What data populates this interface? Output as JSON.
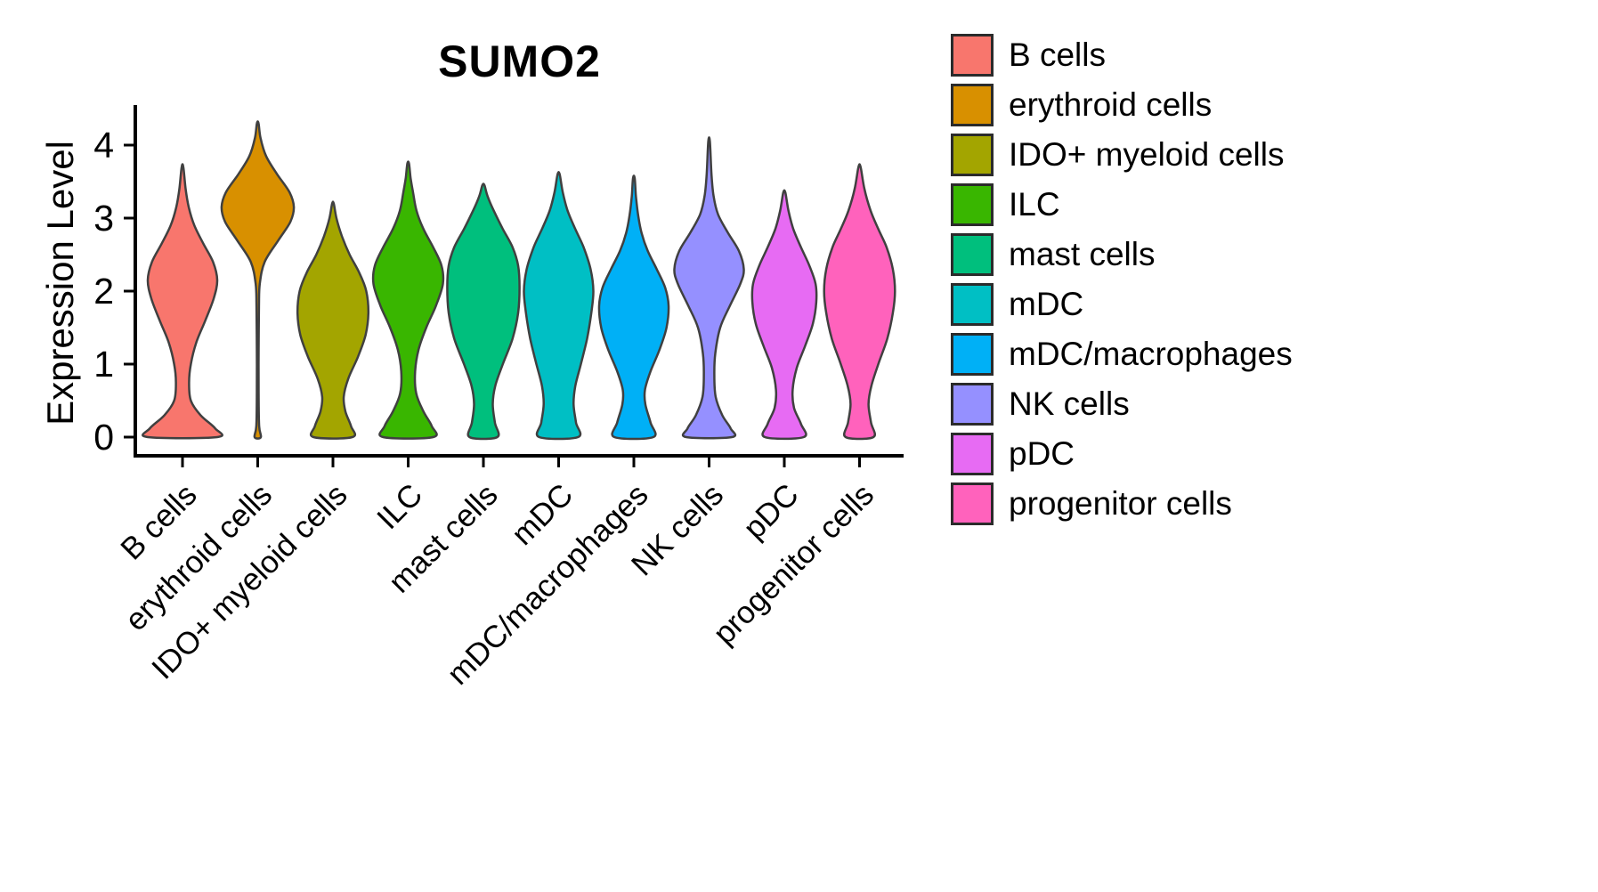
{
  "chart_data": {
    "type": "violin",
    "title": "SUMO2",
    "xlabel": "",
    "ylabel": "Expression Level",
    "ylim": [
      0,
      4.3
    ],
    "yticks": [
      0,
      1,
      2,
      3,
      4
    ],
    "grid": false,
    "legend_position": "right",
    "outline_color": "#404040",
    "axis_color": "#000000",
    "categories": [
      "B cells",
      "erythroid cells",
      "IDO+ myeloid cells",
      "ILC",
      "mast cells",
      "mDC",
      "mDC/macrophages",
      "NK cells",
      "pDC",
      "progenitor cells"
    ],
    "series": [
      {
        "name": "B cells",
        "color": "#F8766D",
        "max_expression": 3.7,
        "profile": [
          [
            0,
            0.5
          ],
          [
            0.12,
            0.47
          ],
          [
            0.3,
            0.26
          ],
          [
            0.5,
            0.12
          ],
          [
            0.75,
            0.095
          ],
          [
            1.0,
            0.12
          ],
          [
            1.3,
            0.2
          ],
          [
            1.6,
            0.33
          ],
          [
            1.9,
            0.45
          ],
          [
            2.15,
            0.5
          ],
          [
            2.4,
            0.44
          ],
          [
            2.65,
            0.3
          ],
          [
            2.9,
            0.17
          ],
          [
            3.15,
            0.09
          ],
          [
            3.4,
            0.045
          ],
          [
            3.7,
            0.012
          ]
        ]
      },
      {
        "name": "erythroid cells",
        "color": "#D89000",
        "max_expression": 4.3,
        "profile": [
          [
            0,
            0.045
          ],
          [
            0.15,
            0.02
          ],
          [
            0.6,
            0.013
          ],
          [
            1.2,
            0.013
          ],
          [
            1.8,
            0.018
          ],
          [
            2.1,
            0.03
          ],
          [
            2.4,
            0.1
          ],
          [
            2.7,
            0.3
          ],
          [
            2.95,
            0.47
          ],
          [
            3.15,
            0.52
          ],
          [
            3.35,
            0.46
          ],
          [
            3.6,
            0.28
          ],
          [
            3.85,
            0.12
          ],
          [
            4.1,
            0.04
          ],
          [
            4.3,
            0.012
          ]
        ]
      },
      {
        "name": "IDO+ myeloid cells",
        "color": "#A3A500",
        "max_expression": 3.2,
        "profile": [
          [
            0,
            0.28
          ],
          [
            0.15,
            0.26
          ],
          [
            0.35,
            0.18
          ],
          [
            0.55,
            0.155
          ],
          [
            0.8,
            0.22
          ],
          [
            1.1,
            0.36
          ],
          [
            1.4,
            0.47
          ],
          [
            1.7,
            0.51
          ],
          [
            2.0,
            0.48
          ],
          [
            2.25,
            0.38
          ],
          [
            2.5,
            0.24
          ],
          [
            2.75,
            0.13
          ],
          [
            3.0,
            0.05
          ],
          [
            3.2,
            0.012
          ]
        ]
      },
      {
        "name": "ILC",
        "color": "#39B600",
        "max_expression": 3.75,
        "profile": [
          [
            0,
            0.36
          ],
          [
            0.15,
            0.34
          ],
          [
            0.35,
            0.22
          ],
          [
            0.6,
            0.115
          ],
          [
            0.9,
            0.1
          ],
          [
            1.2,
            0.15
          ],
          [
            1.5,
            0.26
          ],
          [
            1.8,
            0.4
          ],
          [
            2.1,
            0.5
          ],
          [
            2.35,
            0.48
          ],
          [
            2.6,
            0.36
          ],
          [
            2.85,
            0.22
          ],
          [
            3.1,
            0.12
          ],
          [
            3.35,
            0.07
          ],
          [
            3.55,
            0.035
          ],
          [
            3.75,
            0.012
          ]
        ]
      },
      {
        "name": "mast cells",
        "color": "#00BF7D",
        "max_expression": 3.45,
        "profile": [
          [
            0,
            0.2
          ],
          [
            0.2,
            0.165
          ],
          [
            0.45,
            0.135
          ],
          [
            0.7,
            0.17
          ],
          [
            1.0,
            0.28
          ],
          [
            1.35,
            0.42
          ],
          [
            1.7,
            0.5
          ],
          [
            2.05,
            0.52
          ],
          [
            2.35,
            0.5
          ],
          [
            2.6,
            0.42
          ],
          [
            2.85,
            0.28
          ],
          [
            3.1,
            0.15
          ],
          [
            3.3,
            0.06
          ],
          [
            3.45,
            0.015
          ]
        ]
      },
      {
        "name": "mDC",
        "color": "#00BFC4",
        "max_expression": 3.6,
        "profile": [
          [
            0,
            0.28
          ],
          [
            0.2,
            0.25
          ],
          [
            0.45,
            0.215
          ],
          [
            0.7,
            0.24
          ],
          [
            1.0,
            0.32
          ],
          [
            1.35,
            0.41
          ],
          [
            1.7,
            0.47
          ],
          [
            2.0,
            0.5
          ],
          [
            2.3,
            0.46
          ],
          [
            2.6,
            0.36
          ],
          [
            2.85,
            0.24
          ],
          [
            3.1,
            0.13
          ],
          [
            3.35,
            0.06
          ],
          [
            3.6,
            0.015
          ]
        ]
      },
      {
        "name": "mDC/macrophages",
        "color": "#00B0F6",
        "max_expression": 3.55,
        "profile": [
          [
            0,
            0.28
          ],
          [
            0.2,
            0.24
          ],
          [
            0.45,
            0.165
          ],
          [
            0.65,
            0.16
          ],
          [
            0.9,
            0.24
          ],
          [
            1.2,
            0.37
          ],
          [
            1.5,
            0.47
          ],
          [
            1.8,
            0.5
          ],
          [
            2.05,
            0.45
          ],
          [
            2.3,
            0.33
          ],
          [
            2.55,
            0.2
          ],
          [
            2.8,
            0.11
          ],
          [
            3.05,
            0.06
          ],
          [
            3.3,
            0.03
          ],
          [
            3.55,
            0.012
          ]
        ]
      },
      {
        "name": "NK cells",
        "color": "#9590FF",
        "max_expression": 4.05,
        "profile": [
          [
            0,
            0.33
          ],
          [
            0.12,
            0.31
          ],
          [
            0.3,
            0.19
          ],
          [
            0.55,
            0.095
          ],
          [
            0.85,
            0.075
          ],
          [
            1.15,
            0.09
          ],
          [
            1.5,
            0.16
          ],
          [
            1.8,
            0.3
          ],
          [
            2.1,
            0.45
          ],
          [
            2.3,
            0.5
          ],
          [
            2.55,
            0.43
          ],
          [
            2.8,
            0.27
          ],
          [
            3.05,
            0.13
          ],
          [
            3.3,
            0.065
          ],
          [
            3.6,
            0.035
          ],
          [
            4.05,
            0.012
          ]
        ]
      },
      {
        "name": "pDC",
        "color": "#E76BF3",
        "max_expression": 3.35,
        "profile": [
          [
            0,
            0.28
          ],
          [
            0.18,
            0.24
          ],
          [
            0.4,
            0.14
          ],
          [
            0.65,
            0.12
          ],
          [
            0.95,
            0.18
          ],
          [
            1.25,
            0.3
          ],
          [
            1.55,
            0.41
          ],
          [
            1.85,
            0.46
          ],
          [
            2.1,
            0.45
          ],
          [
            2.35,
            0.36
          ],
          [
            2.6,
            0.24
          ],
          [
            2.85,
            0.13
          ],
          [
            3.1,
            0.06
          ],
          [
            3.35,
            0.015
          ]
        ]
      },
      {
        "name": "progenitor cells",
        "color": "#FF62BC",
        "max_expression": 3.7,
        "profile": [
          [
            0,
            0.2
          ],
          [
            0.2,
            0.165
          ],
          [
            0.45,
            0.13
          ],
          [
            0.7,
            0.17
          ],
          [
            1.0,
            0.27
          ],
          [
            1.35,
            0.4
          ],
          [
            1.7,
            0.48
          ],
          [
            2.0,
            0.51
          ],
          [
            2.3,
            0.48
          ],
          [
            2.6,
            0.39
          ],
          [
            2.85,
            0.27
          ],
          [
            3.1,
            0.16
          ],
          [
            3.4,
            0.07
          ],
          [
            3.7,
            0.015
          ]
        ]
      }
    ],
    "legend_entries": [
      "B cells",
      "erythroid cells",
      "IDO+ myeloid cells",
      "ILC",
      "mast cells",
      "mDC",
      "mDC/macrophages",
      "NK cells",
      "pDC",
      "progenitor cells"
    ]
  }
}
